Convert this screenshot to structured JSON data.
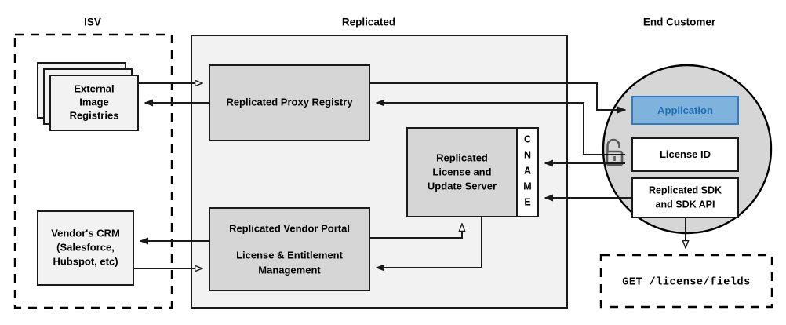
{
  "groups": {
    "isv": {
      "title": "ISV"
    },
    "replicated": {
      "title": "Replicated"
    },
    "end_customer": {
      "title": "End Customer"
    }
  },
  "isv": {
    "registries": {
      "line1": "External",
      "line2": "Image",
      "line3": "Registries"
    },
    "crm": {
      "line1": "Vendor's CRM",
      "line2": "(Salesforce,",
      "line3": "Hubspot, etc)"
    }
  },
  "replicated": {
    "proxy_registry": {
      "label": "Replicated Proxy Registry"
    },
    "license_server": {
      "line1": "Replicated",
      "line2": "License and",
      "line3": "Update Server"
    },
    "cname": {
      "label": "CNAME",
      "letters": [
        "C",
        "N",
        "A",
        "M",
        "E"
      ]
    },
    "vendor_portal": {
      "line1": "Replicated Vendor Portal",
      "line2": "License & Entitlement",
      "line3": "Management"
    }
  },
  "end_customer": {
    "application": {
      "label": "Application"
    },
    "license_id": {
      "label": "License ID"
    },
    "sdk": {
      "line1": "Replicated SDK",
      "line2": "and SDK API"
    },
    "lock": {
      "name": "unlocked-padlock-icon"
    },
    "api_call": {
      "label": "GET /license/fields"
    }
  },
  "colors": {
    "panel_fill": "#F2F2F2",
    "gray_box_fill": "#D6D6D6",
    "white_box_fill": "#FFFFFF",
    "accent_blue_fill": "#7FB3DE",
    "accent_blue_text": "#1F6FB2",
    "accent_blue_stroke": "#2E7BBF",
    "line_color": "#1a1a1a",
    "lock_color": "#5a5a5a"
  }
}
